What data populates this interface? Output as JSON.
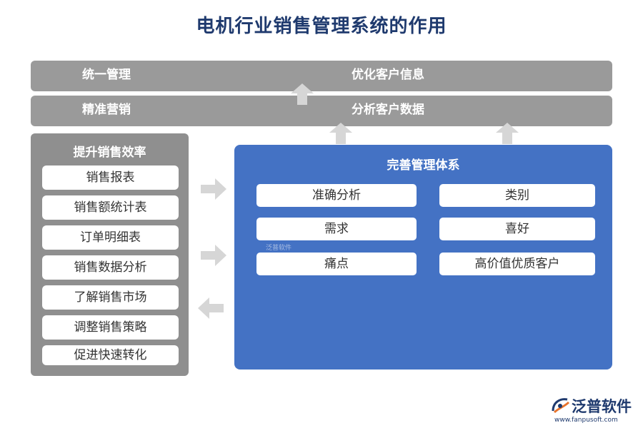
{
  "title": "电机行业销售管理系统的作用",
  "top_bars": [
    {
      "left": "统一管理",
      "center": "优化客户信息"
    },
    {
      "left": "精准营销",
      "center": "分析客户数据"
    }
  ],
  "left_panel": {
    "title": "提升销售效率",
    "items": [
      "销售报表",
      "销售额统计表",
      "订单明细表",
      "销售数据分析",
      "了解销售市场",
      "调整销售策略",
      "促进快速转化"
    ]
  },
  "right_panel": {
    "title": "完善管理体系",
    "items": [
      "准确分析",
      "类别",
      "需求",
      "喜好",
      "痛点",
      "高价值优质客户"
    ]
  },
  "watermark": "泛普软件",
  "logo": {
    "name": "泛普软件",
    "url": "www.fanpusoft.com"
  },
  "colors": {
    "title": "#1f3a6e",
    "bar": "#9a9a9a",
    "left_panel": "#8f8f8f",
    "right_panel": "#4472c4",
    "arrow": "#d6d6d6"
  }
}
